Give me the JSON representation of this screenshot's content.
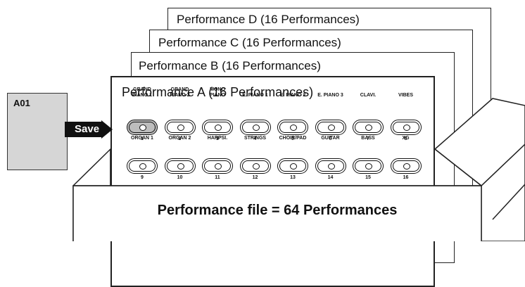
{
  "cards": {
    "d": {
      "title": "Performance D (16 Performances)"
    },
    "c": {
      "title": "Performance C (16 Performances)"
    },
    "b": {
      "title": "Performance B (16 Performances)"
    },
    "a": {
      "title": "Performance A (16 Performances)"
    }
  },
  "buttons": [
    {
      "label": "GRAND\nPIANO 1",
      "number": "1",
      "selected": true
    },
    {
      "label": "GRAND\nPIANO 2",
      "number": "2",
      "selected": false
    },
    {
      "label": "MONO\nPIANO",
      "number": "3",
      "selected": false
    },
    {
      "label": "E. PIANO 1",
      "number": "4",
      "selected": false
    },
    {
      "label": "E. PIANO 2",
      "number": "5",
      "selected": false
    },
    {
      "label": "E. PIANO 3",
      "number": "6",
      "selected": false
    },
    {
      "label": "CLAVI.",
      "number": "7",
      "selected": false
    },
    {
      "label": "VIBES",
      "number": "8",
      "selected": false
    },
    {
      "label": "ORGAN 1",
      "number": "9",
      "selected": false
    },
    {
      "label": "ORGAN 2",
      "number": "10",
      "selected": false
    },
    {
      "label": "HARPSI.",
      "number": "11",
      "selected": false
    },
    {
      "label": "STRINGS",
      "number": "12",
      "selected": false
    },
    {
      "label": "CHOIR/PAD",
      "number": "13",
      "selected": false
    },
    {
      "label": "GUITAR",
      "number": "14",
      "selected": false
    },
    {
      "label": "BASS",
      "number": "15",
      "selected": false
    },
    {
      "label": "XG",
      "number": "16",
      "selected": false
    }
  ],
  "source": {
    "label": "A01"
  },
  "save": {
    "label": "Save"
  },
  "box": {
    "caption": "Performance file = 64 Performances"
  },
  "colors": {
    "selected_button": "#bdbdbd",
    "source_card": "#d6d6d6",
    "save_arrow": "#111111"
  }
}
